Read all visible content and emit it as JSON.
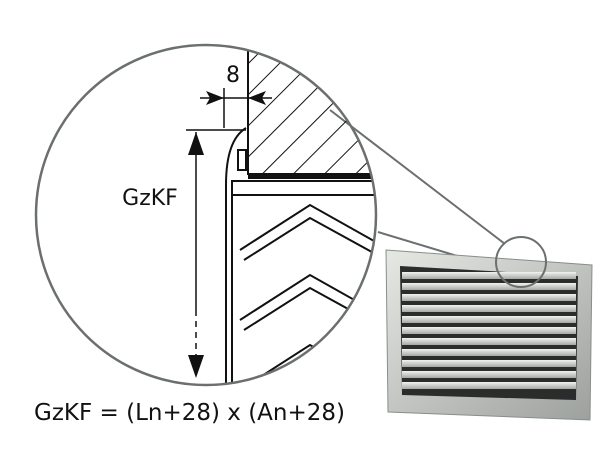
{
  "dimension_gap_label": "8",
  "dimension_height_label": "GzKF",
  "formula": "GzKF = (Ln+28) x (An+28)",
  "colors": {
    "line": "#111111",
    "circle": "#6b6f6f",
    "grille_frame": "#c8cbc7",
    "grille_dark": "#2a2d2c"
  }
}
